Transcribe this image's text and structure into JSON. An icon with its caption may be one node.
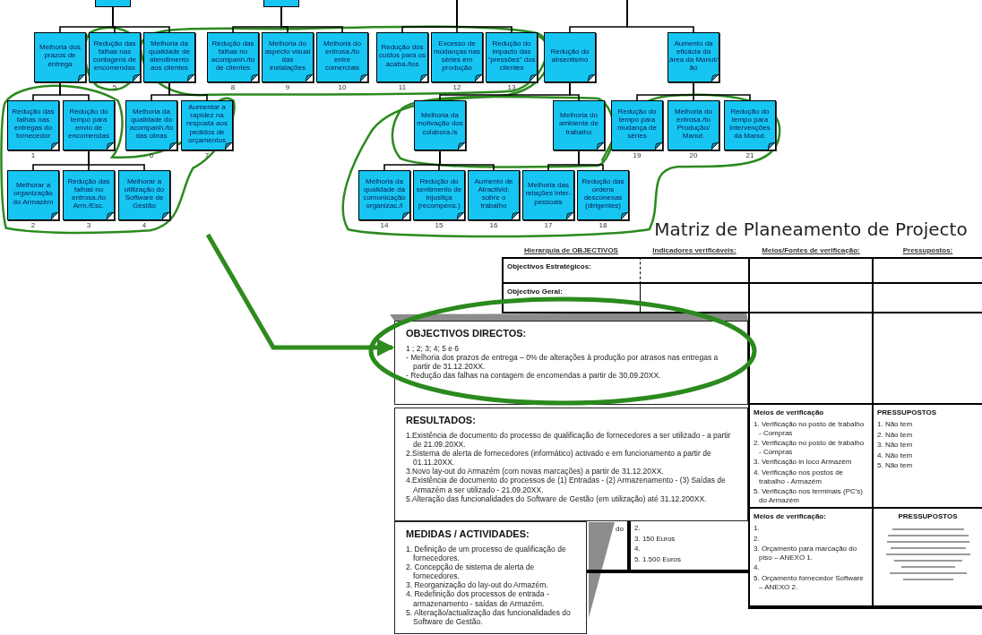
{
  "diagram": {
    "title": "Matriz de Planeamento de Projecto",
    "nodes": [
      {
        "text": [],
        "shape": "box"
      },
      {
        "text": [],
        "shape": "box"
      },
      {
        "text": [
          "Melhoria dos prazos de entrega"
        ]
      },
      {
        "text": [
          "Redução das falhas nas contagens de encomendas"
        ],
        "beside": [
          "5"
        ]
      },
      {
        "text": [
          "Melhoria da qualidade de atendimento aos clientes"
        ]
      },
      {
        "text": [
          "Redução das falhas no acompanh./to de clientes"
        ],
        "beside": [
          "8"
        ]
      },
      {
        "text": [
          "Melhoria do aspecto visual das instalações"
        ],
        "beside": [
          "9"
        ]
      },
      {
        "text": [
          "Melhoria do entrosa./to entre comerciais"
        ],
        "beside": [
          "10"
        ]
      },
      {
        "text": [
          "Redução dos custos para os acaba./tos"
        ],
        "beside": [
          "11"
        ]
      },
      {
        "text": [
          "Excesso de mudanças nas séries em produção"
        ],
        "beside": [
          "12"
        ]
      },
      {
        "text": [
          "Redução do impacto das \"pressões\" dos clientes"
        ],
        "beside": [
          "13"
        ]
      },
      {
        "text": [
          "Redução do absentismo"
        ]
      },
      {
        "text": [
          "Aumento da eficácia da área da Manut/ão"
        ]
      },
      {
        "text": [
          "Redução das falhas nas entregas do fornecedor"
        ],
        "beside": [
          "1"
        ]
      },
      {
        "text": [
          "Redução do tempo para envio de encomendas"
        ]
      },
      {
        "text": [
          "Melhoria da qualidade do acompanh./to das obras"
        ],
        "beside": [
          "6"
        ]
      },
      {
        "text": [
          "Aumentar a rapidez na resposta aos pedidos de orçamentos"
        ],
        "beside": [
          "7"
        ]
      },
      {
        "text": [
          "Melhoria da motivação dos colabora./s"
        ]
      },
      {
        "text": [
          "Melhoria do ambiente de trabalho"
        ]
      },
      {
        "text": [
          "Redução do tempo para mudança de séries"
        ],
        "beside": [
          "19"
        ]
      },
      {
        "text": [
          "Melhoria do entrosa./to Produção/ Manut."
        ],
        "beside": [
          "20"
        ]
      },
      {
        "text": [
          "Redução do tempo para intervenções da Manut."
        ],
        "beside": [
          "21"
        ]
      },
      {
        "text": [
          "Melhorar a organização do Armazém"
        ],
        "beside": [
          "2"
        ]
      },
      {
        "text": [
          "Redução das falhas no entrosa./to Arm./Esc."
        ],
        "beside": [
          "3"
        ]
      },
      {
        "text": [
          "Melhorar a utilização do Software de Gestão"
        ],
        "beside": [
          "4"
        ]
      },
      {
        "text": [
          "Melhoria da qualidade da comunicação organizac./l"
        ],
        "beside": [
          "14"
        ]
      },
      {
        "text": [
          "Redução do sentimento de injustiça (recompens.)"
        ],
        "beside": [
          "15"
        ]
      },
      {
        "text": [
          "Aumento de Atractivid. sobre o trabalho"
        ],
        "beside": [
          "16"
        ]
      },
      {
        "text": [
          "Melhoria das relações inter-pessoais"
        ],
        "beside": [
          "17"
        ]
      },
      {
        "text": [
          "Redução das ordens desconexas (dirigentes)"
        ],
        "beside": [
          "18"
        ]
      },
      {
        "text": [
          "OBJECTIVOS DIRECTOS:",
          "1 ; 2; 3; 4; 5 e 6",
          "- Melhoria dos prazos de entrega – 0% de alterações à produção por atrasos nas entregas a partir de 31.12.20XX.",
          "- Redução das falhas na contagem de encomendas a partir de 30.09.20XX."
        ]
      },
      {
        "text": [
          "RESULTADOS:",
          "1.Existência de documento do processo de qualificação de fornecedores a ser utilizado - a partir de 21.09.20XX.",
          "2.Sistema de alerta de fornecedores (informático) activado e em funcionamento a partir de 01.11.20XX.",
          "3.Novo lay-out do Armazém (com novas marcações) a partir de 31.12.20XX.",
          "4.Existência de documento do processos de (1) Entradas - (2) Armazenamento - (3) Saídas de Armazém a ser utilizado - 21.09.20XX.",
          "5.Alteração das funcionalidades do Software de Gestão (em utilização) até 31.12.200XX."
        ]
      },
      {
        "text": [
          "MEDIDAS / ACTIVIDADES:",
          "1. Definição de um processo de qualificação de fornecedores.",
          "2. Concepção de sistema de alerta de fornecedores.",
          "3. Reorganização do lay-out do Armazém.",
          "4. Redefinição dos processos de entrada - armazenamento - saídas de Armazém.",
          "5. Alteração/actualização das funcionalidades do Software de Gestão."
        ]
      }
    ],
    "edges": [
      {
        "from": 0,
        "to": 2,
        "arrow": "none"
      },
      {
        "from": 0,
        "to": 3,
        "arrow": "none"
      },
      {
        "from": 0,
        "to": 4,
        "arrow": "none"
      },
      {
        "from": 1,
        "to": 5,
        "arrow": "none"
      },
      {
        "from": 1,
        "to": 6,
        "arrow": "none"
      },
      {
        "from": 1,
        "to": 7,
        "arrow": "none"
      },
      {
        "from": null,
        "to": 8,
        "arrow": "none"
      },
      {
        "from": null,
        "to": 9,
        "arrow": "none"
      },
      {
        "from": null,
        "to": 10,
        "arrow": "none"
      },
      {
        "from": null,
        "to": 11,
        "arrow": "none"
      },
      {
        "from": null,
        "to": 12,
        "arrow": "none"
      },
      {
        "from": 2,
        "to": 13,
        "arrow": "none"
      },
      {
        "from": 2,
        "to": 14,
        "arrow": "none"
      },
      {
        "from": 4,
        "to": 15,
        "arrow": "none"
      },
      {
        "from": 4,
        "to": 16,
        "arrow": "none"
      },
      {
        "from": 14,
        "to": 22,
        "arrow": "none"
      },
      {
        "from": 14,
        "to": 23,
        "arrow": "none"
      },
      {
        "from": 14,
        "to": 24,
        "arrow": "none"
      },
      {
        "from": 11,
        "to": 17,
        "arrow": "none"
      },
      {
        "from": 11,
        "to": 18,
        "arrow": "none"
      },
      {
        "from": 17,
        "to": 25,
        "arrow": "none"
      },
      {
        "from": 17,
        "to": 26,
        "arrow": "none"
      },
      {
        "from": 17,
        "to": 27,
        "arrow": "none"
      },
      {
        "from": 18,
        "to": 28,
        "arrow": "none"
      },
      {
        "from": 18,
        "to": 29,
        "arrow": "none"
      },
      {
        "from": 12,
        "to": 19,
        "arrow": "none"
      },
      {
        "from": 12,
        "to": 20,
        "arrow": "none"
      },
      {
        "from": 12,
        "to": 21,
        "arrow": "none"
      },
      {
        "from": null,
        "to": 30,
        "arrow": "to",
        "style": "thick",
        "color": "#2e8b1e"
      }
    ],
    "labels": [
      "Hierarquia de OBJECTIVOS",
      "Indicadores verificáveis:",
      "Meios/Fontes de verificação:",
      "Pressupostos:",
      "Objectivos Estratégicos:",
      "Objectivo Geral:",
      "Meios de verificação",
      "1. Verificação no posto de trabalho - Compras",
      "2. Verificação no posto de trabalho - Compras",
      "3. Verificação in loco Armazém",
      "4. Verificação nos postos de trabalho - Armazém",
      "5. Verificação nos terminais (PC's) do Armazém",
      "PRESSUPOSTOS",
      "1. Não tem",
      "2. Não tem",
      "3. Não tem",
      "4. Não tem",
      "5. Não tem",
      "Meios de verificação:",
      "1.",
      "2.",
      "3. Orçamento para marcação do piso – ANEXO 1.",
      "4.",
      "5. Orçamento fornecedor Software – ANEXO 2.",
      "PRESSUPOSTOS",
      "do",
      "2.",
      "3. 150 Euros",
      "4.",
      "5. 1.500 Euros"
    ]
  }
}
